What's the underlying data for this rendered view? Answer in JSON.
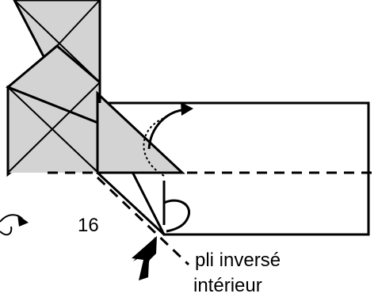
{
  "diagram": {
    "step_number": "16",
    "instruction": {
      "line1": "pli inversé",
      "line2": "intérieur"
    },
    "colors": {
      "paper_fill": "#d3d3d3",
      "outline": "#000000",
      "background": "#ffffff"
    },
    "symbols": [
      "valley-fold-line",
      "push-arrow",
      "fold-arrow",
      "reverse-fold-loop-arrow"
    ]
  }
}
